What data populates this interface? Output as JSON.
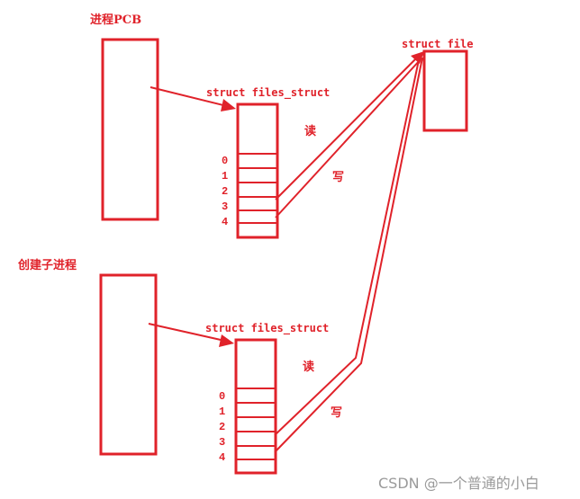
{
  "labels": {
    "process_pcb": "进程PCB",
    "child_process": "创建子进程",
    "files_struct_top": "struct files_struct",
    "files_struct_bottom": "struct files_struct",
    "struct_file": "struct file",
    "read_top": "读",
    "write_top": "写",
    "read_bottom": "读",
    "write_bottom": "写"
  },
  "fd_indices_top": [
    "0",
    "1",
    "2",
    "3",
    "4"
  ],
  "fd_indices_bottom": [
    "0",
    "1",
    "2",
    "3",
    "4"
  ],
  "watermark": "CSDN @一个普通的小白",
  "colors": {
    "accent": "#e0222a",
    "watermark": "#9a9a9a",
    "background": "#ffffff"
  }
}
